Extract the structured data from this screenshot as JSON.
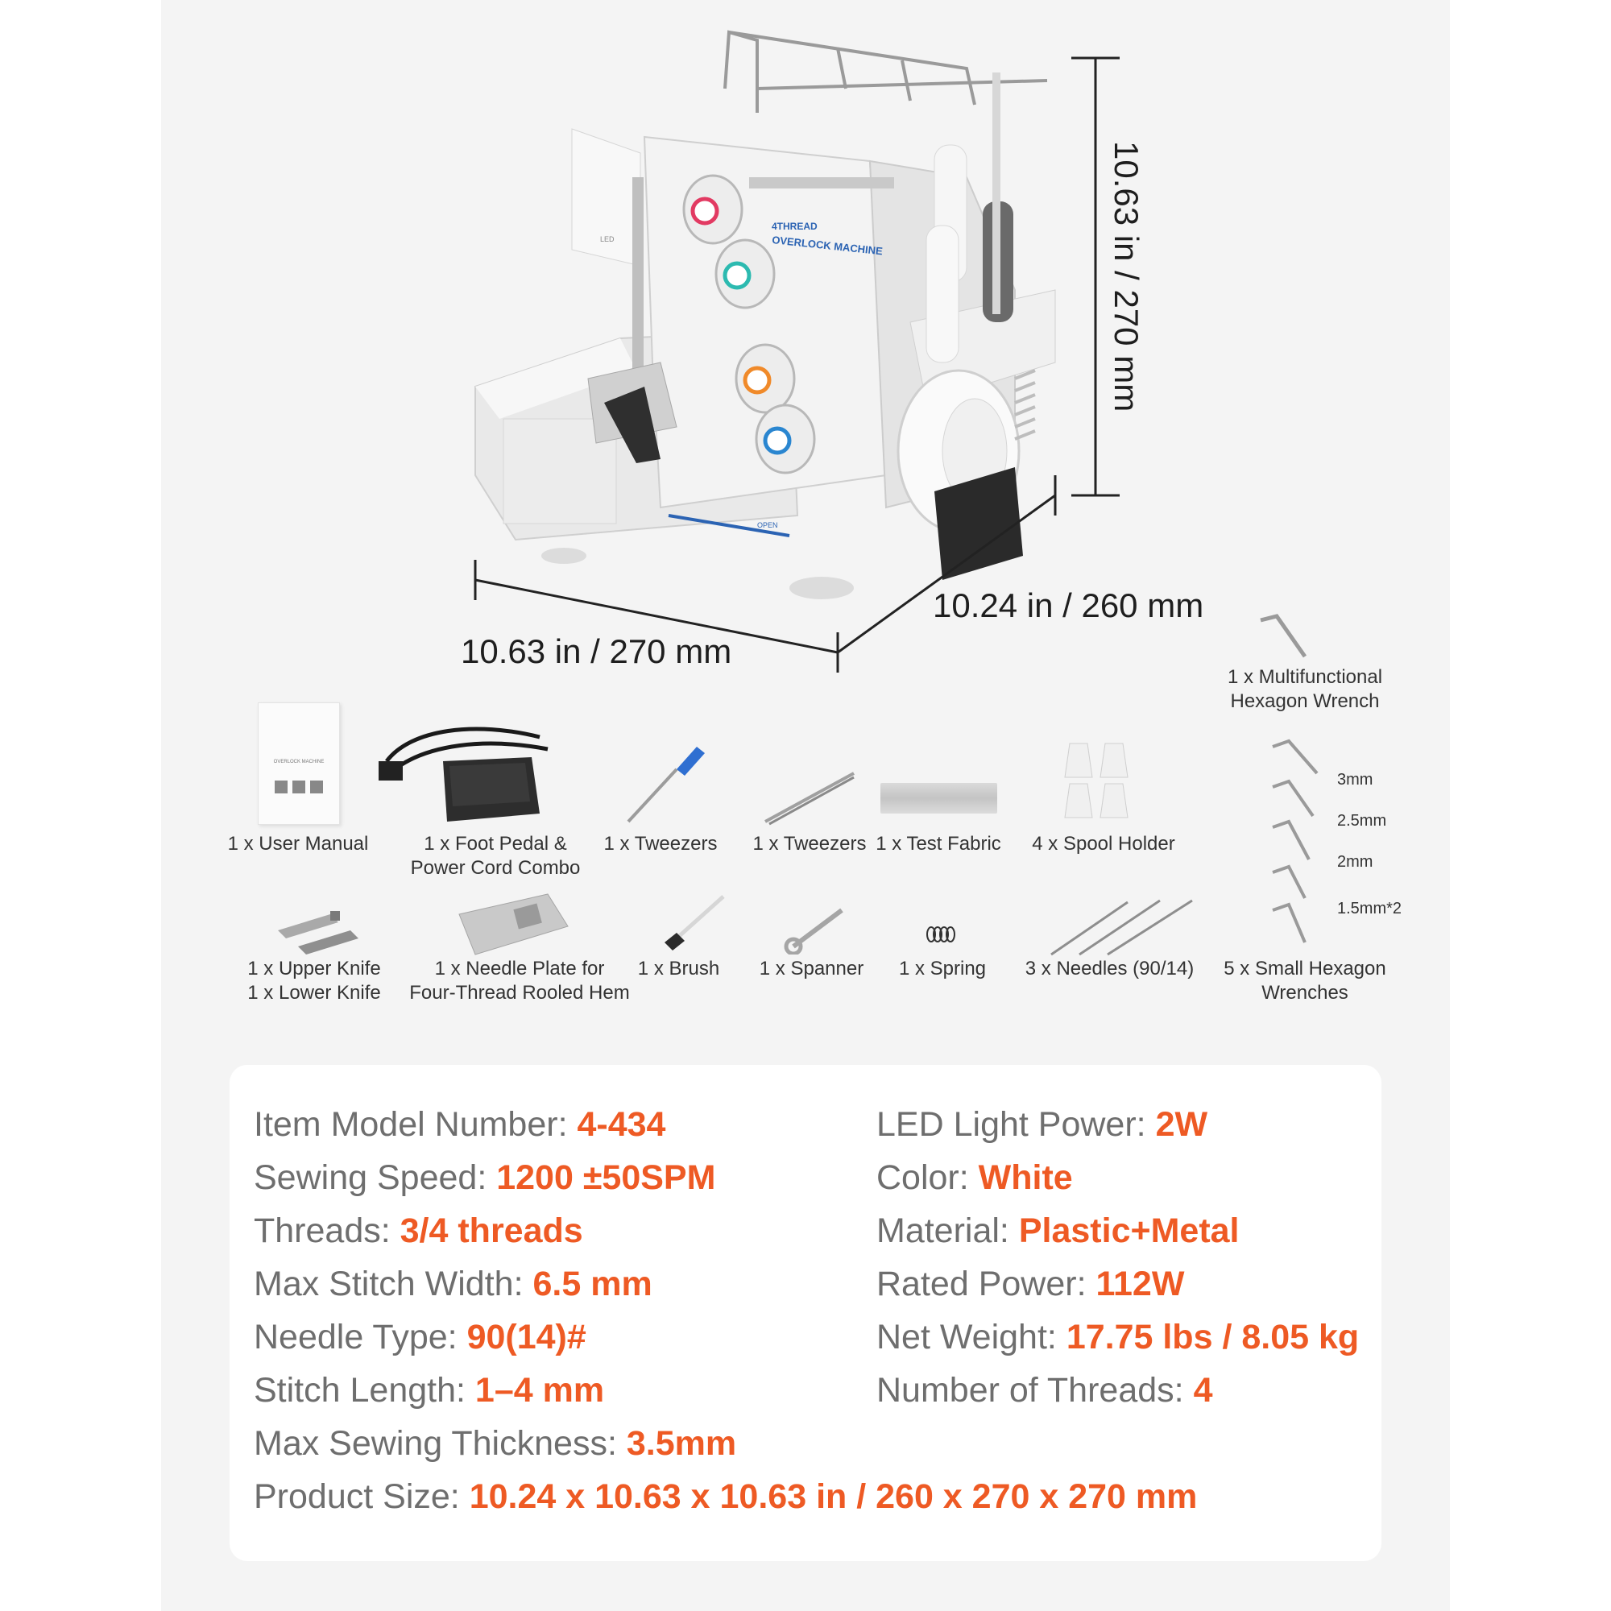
{
  "dimensions": {
    "height": "10.63 in / 270 mm",
    "depth": "10.24 in / 260 mm",
    "width": "10.63 in / 270 mm"
  },
  "machine_labels": {
    "brand_line1": "4THREAD",
    "brand_line2": "OVERLOCK MACHINE",
    "open": "OPEN",
    "led": "LED"
  },
  "accessories": [
    {
      "label": "1 x User Manual",
      "icon": "manual-icon"
    },
    {
      "label": "1 x Foot Pedal &",
      "label2": "Power Cord Combo",
      "icon": "foot-pedal-icon"
    },
    {
      "label": "1 x Tweezers",
      "icon": "screwdriver-icon"
    },
    {
      "label": "1 x Tweezers",
      "icon": "tweezers-icon"
    },
    {
      "label": "1 x Test Fabric",
      "icon": "fabric-icon"
    },
    {
      "label": "4 x Spool Holder",
      "icon": "spool-holder-icon"
    },
    {
      "label": "1 x Upper Knife",
      "label2": "1 x Lower Knife",
      "icon": "knife-icon"
    },
    {
      "label": "1 x Needle Plate for",
      "label2": "Four-Thread Rooled Hem",
      "icon": "needle-plate-icon"
    },
    {
      "label": "1 x Brush",
      "icon": "brush-icon"
    },
    {
      "label": "1 x Spanner",
      "icon": "spanner-icon"
    },
    {
      "label": "1 x Spring",
      "icon": "spring-icon"
    },
    {
      "label": "3 x Needles (90/14)",
      "icon": "needles-icon"
    },
    {
      "label": "5 x Small Hexagon",
      "label2": "Wrenches",
      "icon": "hex-wrench-icon"
    },
    {
      "label": "1 x Multifunctional",
      "label2": "Hexagon Wrench",
      "icon": "multi-wrench-icon"
    }
  ],
  "wrench_sizes": [
    "3mm",
    "2.5mm",
    "2mm",
    "1.5mm*2"
  ],
  "manual_cover": {
    "title": "OVERLOCK MACHINE"
  },
  "specs_left": [
    {
      "label": "Item Model Number: ",
      "value": "4-434"
    },
    {
      "label": "Sewing Speed: ",
      "value": "1200 ±50SPM"
    },
    {
      "label": "Threads: ",
      "value": "3/4 threads"
    },
    {
      "label": "Max Stitch Width: ",
      "value": "6.5 mm"
    },
    {
      "label": "Needle Type: ",
      "value": "90(14)#"
    },
    {
      "label": "Stitch Length: ",
      "value": "1–4 mm"
    },
    {
      "label": "Max Sewing Thickness: ",
      "value": "3.5mm"
    }
  ],
  "specs_right": [
    {
      "label": "LED Light Power: ",
      "value": "2W"
    },
    {
      "label": "Color: ",
      "value": "White"
    },
    {
      "label": "Material: ",
      "value": "Plastic+Metal"
    },
    {
      "label": "Rated Power: ",
      "value": "112W"
    },
    {
      "label": "Net Weight: ",
      "value": "17.75 lbs / 8.05 kg"
    },
    {
      "label": "Number of Threads: ",
      "value": "4"
    }
  ],
  "spec_product_size": {
    "label": "Product Size: ",
    "value": "10.24 x 10.63 x 10.63 in / 260 x 270 x 270 mm"
  },
  "colors": {
    "accent": "#ee5a24",
    "panel": "#f4f4f4",
    "card": "#ffffff",
    "label": "#6e6e6e"
  }
}
